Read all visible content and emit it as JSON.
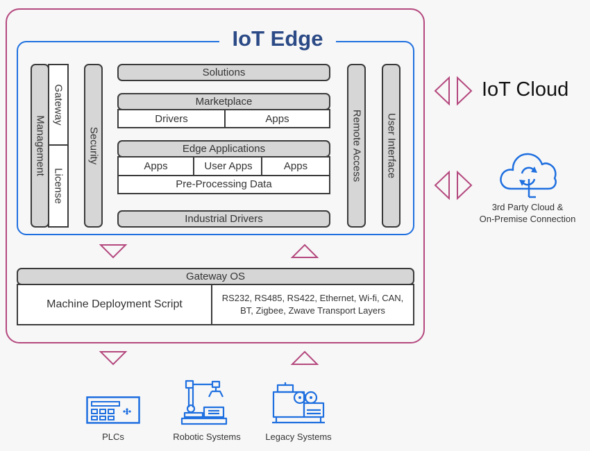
{
  "edge_title": "IoT Edge",
  "left_column": {
    "management": "Management",
    "gateway": "Gateway",
    "license": "License",
    "security": "Security"
  },
  "right_column": {
    "remote_access": "Remote Access",
    "user_interface": "User Interface"
  },
  "solutions": "Solutions",
  "marketplace": {
    "title": "Marketplace",
    "drivers": "Drivers",
    "apps": "Apps"
  },
  "edge_applications": {
    "title": "Edge Applications",
    "apps_left": "Apps",
    "user_apps": "User Apps",
    "apps_right": "Apps",
    "preprocessing": "Pre-Processing Data"
  },
  "industrial_drivers": "Industrial Drivers",
  "gateway_os": {
    "title": "Gateway OS",
    "deployment": "Machine Deployment Script",
    "transport_line1": "RS232, RS485, RS422, Ethernet, Wi-fi, CAN,",
    "transport_line2": "BT, Zigbee, Zwave Transport Layers"
  },
  "cloud": {
    "iot_cloud": "IoT Cloud",
    "third_party_line1": "3rd Party Cloud &",
    "third_party_line2": "On-Premise Connection"
  },
  "devices": {
    "plcs": "PLCs",
    "robotic": "Robotic Systems",
    "legacy": "Legacy Systems"
  },
  "colors": {
    "outer_border": "#b4487e",
    "edge_border": "#1e6fe0",
    "title": "#2b4a86",
    "arrow": "#b4487e",
    "icon": "#1e6fe0"
  },
  "icons": [
    "cloud-sync-icon",
    "plc-icon",
    "robotic-arm-icon",
    "legacy-machine-icon"
  ]
}
